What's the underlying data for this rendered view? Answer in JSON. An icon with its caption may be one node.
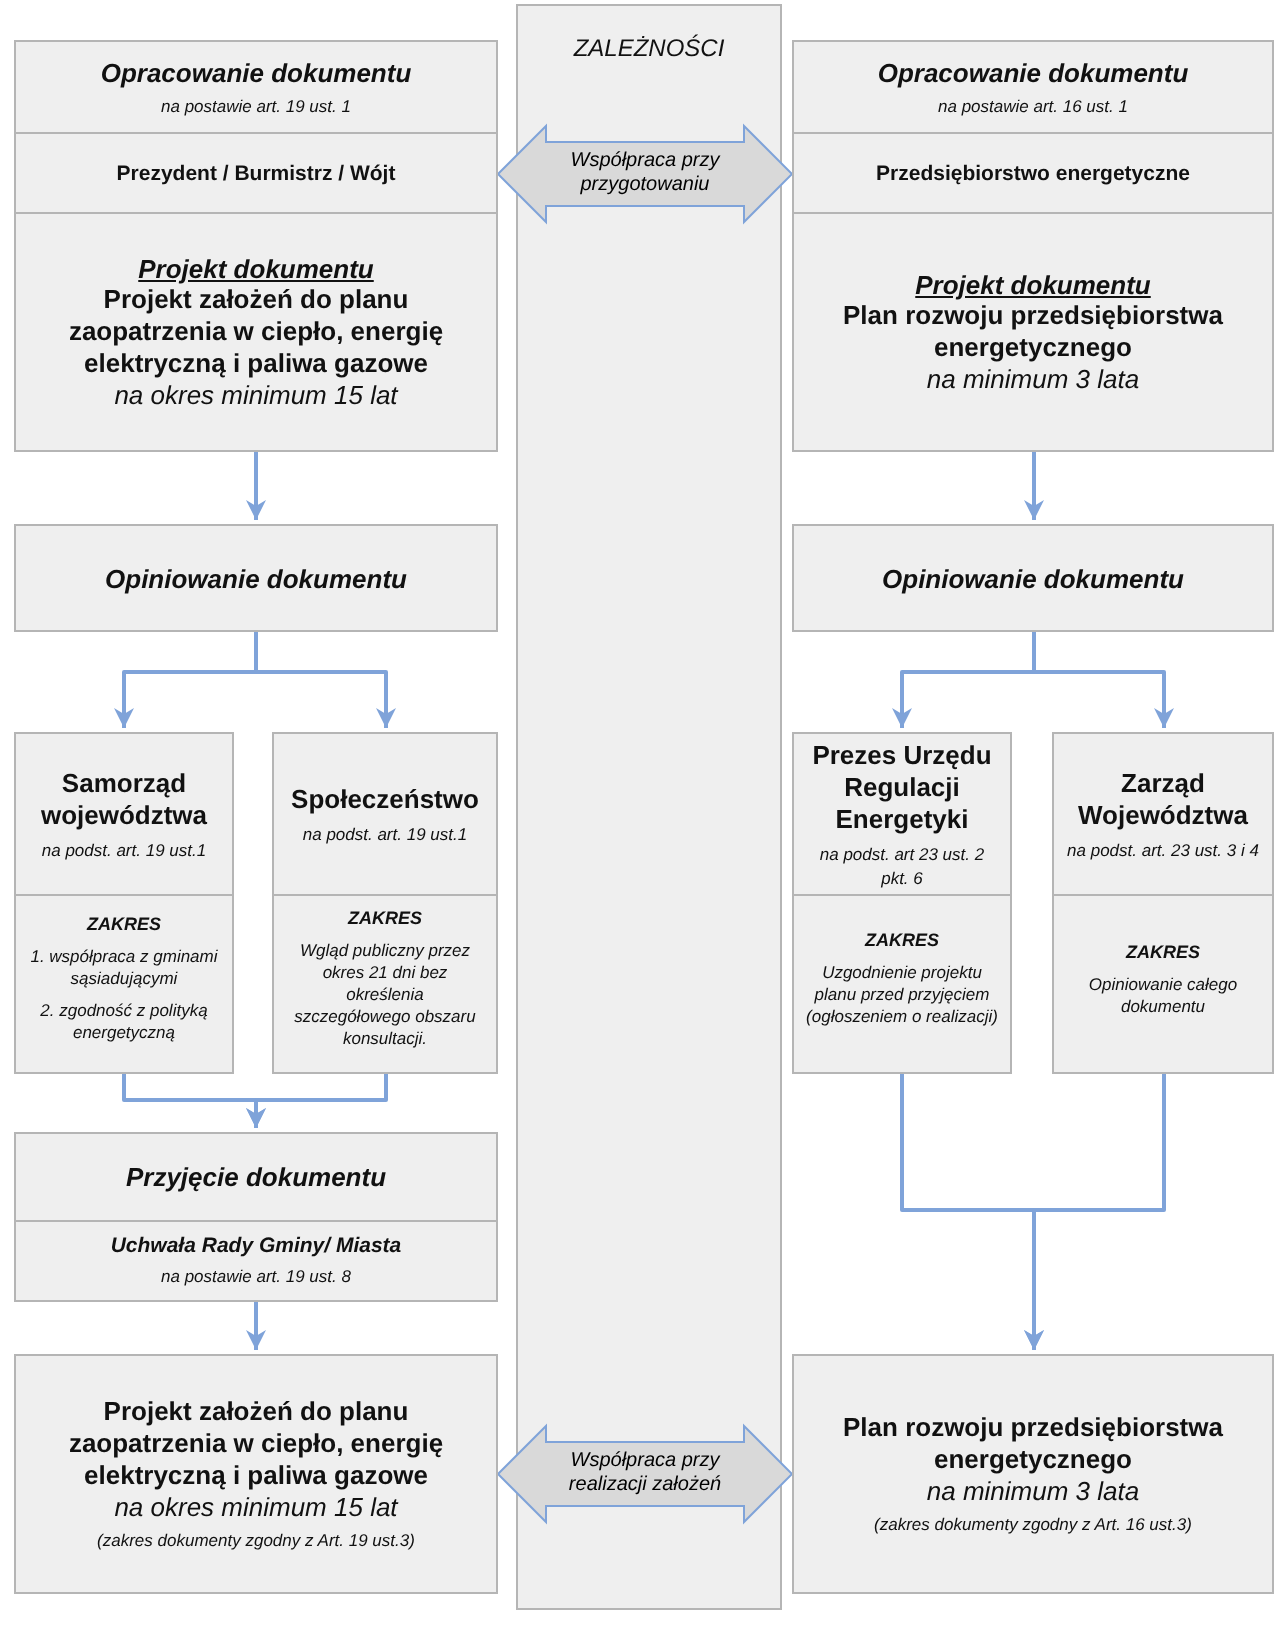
{
  "diagram": {
    "nodes": [
      {
        "text": [
          "Opracowanie dokumentu",
          "na postawie art. 19 ust. 1"
        ]
      },
      {
        "text": [
          "ZALEŻNOŚCI"
        ]
      },
      {
        "text": [
          "Opracowanie dokumentu",
          "na postawie art. 16 ust. 1"
        ]
      },
      {
        "text": [
          "Prezydent / Burmistrz / Wójt"
        ]
      },
      {
        "text": [
          "Przedsiębiorstwo energetyczne"
        ]
      },
      {
        "text": [
          "Projekt dokumentu",
          "Projekt założeń do planu zaopatrzenia w ciepło, energię elektryczną i paliwa gazowe",
          "na okres minimum 15 lat"
        ]
      },
      {
        "text": [
          "Projekt dokumentu",
          "Plan rozwoju przedsiębiorstwa energetycznego",
          "na minimum 3 lata"
        ]
      },
      {
        "text": [
          "Opiniowanie dokumentu"
        ]
      },
      {
        "text": [
          "Opiniowanie dokumentu"
        ]
      },
      {
        "text": [
          "Samorząd województwa",
          "na podst. art. 19 ust.1"
        ]
      },
      {
        "text": [
          "Społeczeństwo",
          "na podst. art. 19 ust.1"
        ]
      },
      {
        "text": [
          "Prezes Urzędu Regulacji Energetyki",
          "na podst. art 23 ust. 2 pkt. 6"
        ]
      },
      {
        "text": [
          "Zarząd Województwa",
          "na podst. art. 23 ust. 3 i 4"
        ]
      },
      {
        "text": [
          "ZAKRES",
          "1. współpraca z gminami sąsiadującymi",
          "2. zgodność z polityką energetyczną"
        ]
      },
      {
        "text": [
          "ZAKRES",
          "Wgląd publiczny przez okres 21 dni bez określenia szczegółowego obszaru konsultacji."
        ]
      },
      {
        "text": [
          "ZAKRES",
          "Uzgodnienie projektu planu przed przyjęciem (ogłoszeniem o realizacji)"
        ]
      },
      {
        "text": [
          "ZAKRES",
          "Opiniowanie całego dokumentu"
        ]
      },
      {
        "text": [
          "Przyjęcie dokumentu"
        ]
      },
      {
        "text": [
          "Uchwała Rady Gminy/ Miasta",
          "na postawie art. 19 ust. 8"
        ]
      },
      {
        "text": [
          "Projekt założeń do planu zaopatrzenia w ciepło, energię elektryczną i paliwa gazowe",
          "na okres minimum 15 lat",
          "(zakres dokumenty zgodny z Art. 19 ust.3)"
        ]
      },
      {
        "text": [
          "Plan rozwoju przedsiębiorstwa energetycznego",
          "na minimum 3 lata",
          "(zakres dokumenty zgodny z Art. 16 ust.3)"
        ]
      }
    ],
    "edges": [
      {
        "from": 3,
        "to": 4,
        "arrow": "both",
        "label": "Współpraca przy przygotowaniu"
      },
      {
        "from": 5,
        "to": 7,
        "arrow": "to"
      },
      {
        "from": 6,
        "to": 8,
        "arrow": "to"
      },
      {
        "from": 7,
        "to": 9,
        "arrow": "to"
      },
      {
        "from": 7,
        "to": 10,
        "arrow": "to"
      },
      {
        "from": 8,
        "to": 11,
        "arrow": "to"
      },
      {
        "from": 8,
        "to": 12,
        "arrow": "to"
      },
      {
        "from": 13,
        "to": 17,
        "arrow": "to"
      },
      {
        "from": 14,
        "to": 17,
        "arrow": "to"
      },
      {
        "from": 15,
        "to": 20,
        "arrow": "to"
      },
      {
        "from": 16,
        "to": 20,
        "arrow": "to"
      },
      {
        "from": 18,
        "to": 19,
        "arrow": "to"
      },
      {
        "from": 19,
        "to": 20,
        "arrow": "both",
        "label": "Współpraca przy realizacji założeń"
      }
    ]
  }
}
